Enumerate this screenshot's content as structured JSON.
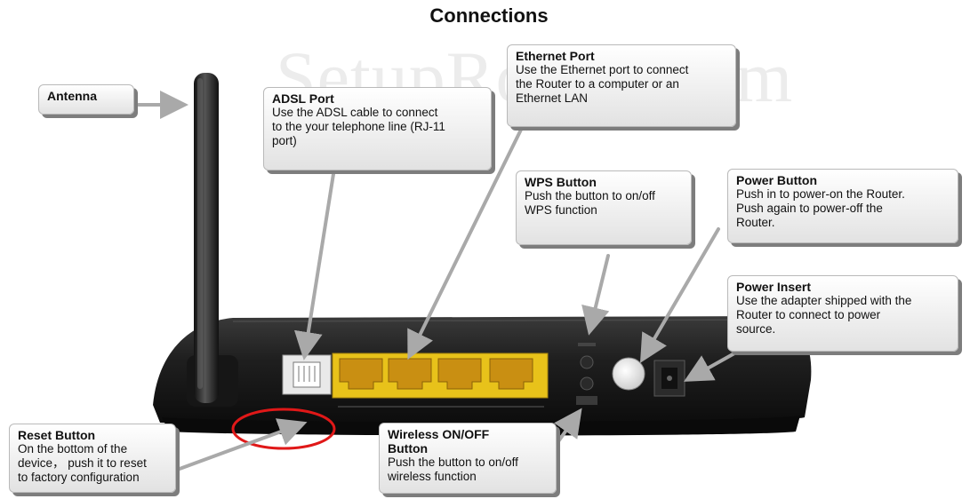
{
  "title": "Connections",
  "watermark": "SetupRouter.com",
  "callouts": {
    "antenna": {
      "title": "Antenna"
    },
    "adsl_port": {
      "title": "ADSL Port",
      "description": "Use the ADSL cable to connect\nto the your telephone line (RJ-11\nport)"
    },
    "ethernet_port": {
      "title": "Ethernet Port",
      "description": "Use the Ethernet port to connect\nthe Router to a computer or an\nEthernet LAN"
    },
    "wps_button": {
      "title": "WPS Button",
      "description": "Push the button to on/off\nWPS function"
    },
    "power_button": {
      "title": "Power Button",
      "description": "Push in to power-on the Router.\nPush again to power-off the\nRouter."
    },
    "power_insert": {
      "title": "Power Insert",
      "description": "Use the adapter shipped with the\nRouter to connect to power\nsource."
    },
    "reset_button": {
      "title": "Reset Button",
      "description": "On the bottom of the\ndevice， push it to reset\nto factory configuration"
    },
    "wireless_button": {
      "title": "Wireless ON/OFF\nButton",
      "description": "Push the button to on/off\nwireless function"
    }
  },
  "colors": {
    "router_body": "#1b1b1b",
    "lan_panel": "#e8c21a",
    "lan_port": "#c98f12",
    "pointer": "#a9a9a9",
    "reset_marker": "#e01818"
  }
}
